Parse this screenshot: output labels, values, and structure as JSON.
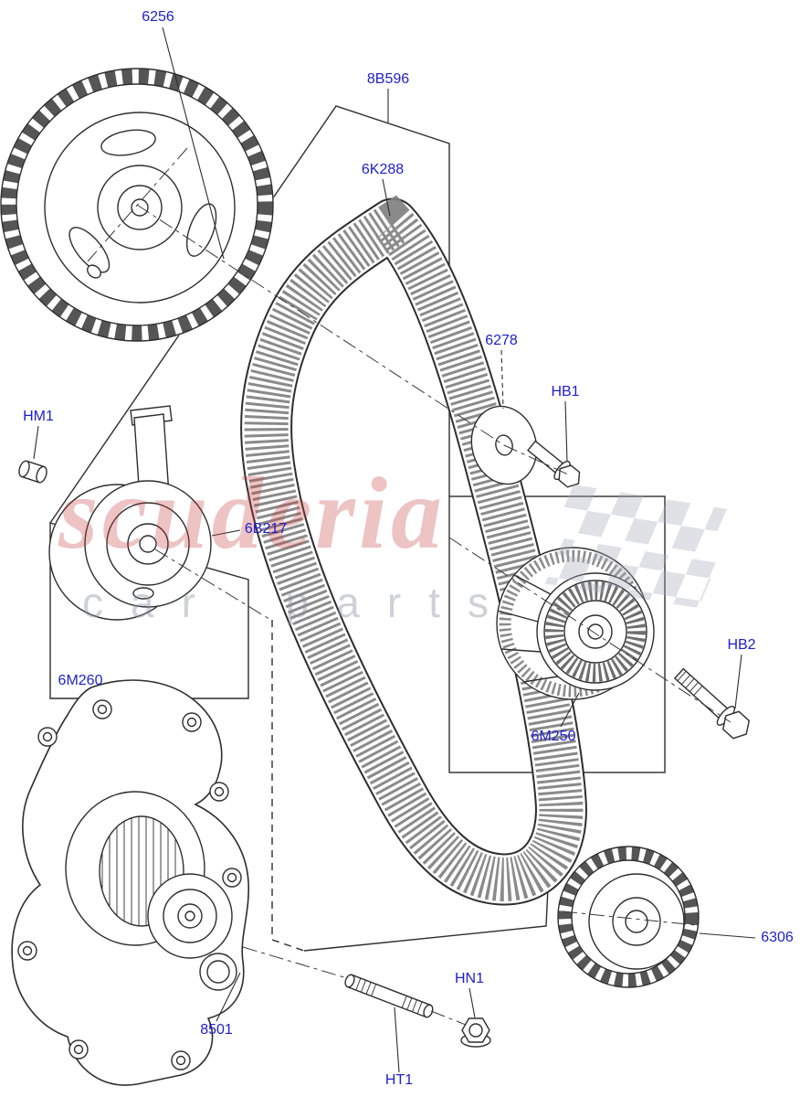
{
  "watermark": {
    "brand": "scuderia",
    "tagline": "car parts"
  },
  "colors": {
    "callout": "#1e1ecf",
    "line": "#2e2e2e",
    "watermark_brand": "#c43c3c",
    "watermark_tagline": "#8f92a3",
    "background": "#ffffff"
  },
  "callouts": [
    {
      "part": "camshaft-sprocket",
      "label": "6256"
    },
    {
      "part": "belt-kit-outline",
      "label": "8B596"
    },
    {
      "part": "timing-belt",
      "label": "6K288"
    },
    {
      "part": "washer",
      "label": "6278"
    },
    {
      "part": "bolt-hb1",
      "label": "HB1"
    },
    {
      "part": "plug-hm1",
      "label": "HM1"
    },
    {
      "part": "tensioner",
      "label": "6B217"
    },
    {
      "part": "tensioner-group",
      "label": "6M260"
    },
    {
      "part": "bolt-hb2",
      "label": "HB2"
    },
    {
      "part": "idler-pulley",
      "label": "6M250"
    },
    {
      "part": "water-pump",
      "label": "8501"
    },
    {
      "part": "crankshaft-sprocket",
      "label": "6306"
    },
    {
      "part": "nut-hn1",
      "label": "HN1"
    },
    {
      "part": "stud-ht1",
      "label": "HT1"
    }
  ]
}
